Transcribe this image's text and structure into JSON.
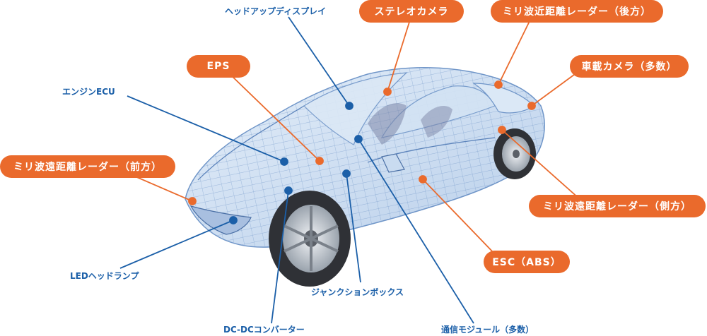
{
  "diagram": {
    "orange_labels": {
      "stereo_camera": "ステレオカメラ",
      "radar_rear": "ミリ波近距離レーダー（後方）",
      "onboard_cameras": "車載カメラ（多数）",
      "eps": "EPS",
      "radar_front": "ミリ波遠距離レーダー（前方）",
      "radar_side": "ミリ波遠距離レーダー（側方）",
      "esc": "ESC（ABS）"
    },
    "blue_labels": {
      "hud": "ヘッドアップディスプレイ",
      "engine_ecu": "エンジンECU",
      "led_headlamp": "LEDヘッドランプ",
      "junction_box": "ジャンクションボックス",
      "dcdc": "DC-DCコンバーター",
      "comm_module": "通信モジュール（多数）"
    },
    "colors": {
      "accent_orange": "#ea6a2c",
      "accent_blue": "#1b5fa8",
      "car_body": "#c9dbf0"
    }
  }
}
